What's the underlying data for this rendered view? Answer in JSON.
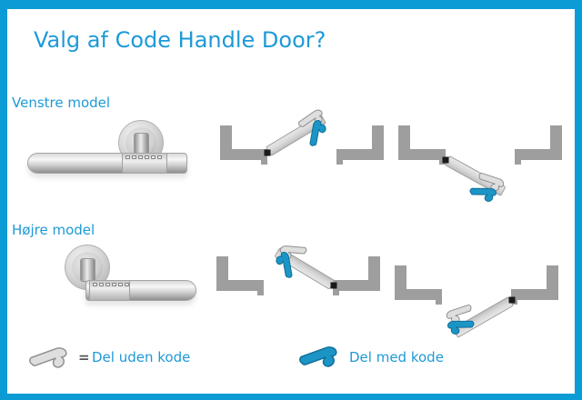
{
  "title": "Valg af Code Handle Door?",
  "models": {
    "venstre": {
      "label": "Venstre model"
    },
    "hojre": {
      "label": "Højre model"
    }
  },
  "legend": {
    "uden": {
      "equals": "=",
      "label": "Del uden kode"
    },
    "med": {
      "equals": "",
      "label": "Del med kode"
    }
  },
  "icons": {
    "lever_gray": "lever-without-code-icon",
    "lever_teal": "lever-with-code-icon"
  },
  "colors": {
    "frame_blue": "#0C9CD5",
    "text_blue": "#1E9AD6",
    "equals_gray": "#555555",
    "wall_gray": "#9E9E9E",
    "door_stroke": "#A0A0A0",
    "hinge_black": "#1A1A1A",
    "lever_gray_fill": "#DEDEDE",
    "lever_gray_stroke": "#8E8E8E",
    "lever_teal_fill": "#1C95C6",
    "lever_teal_stroke": "#0F6F99"
  }
}
